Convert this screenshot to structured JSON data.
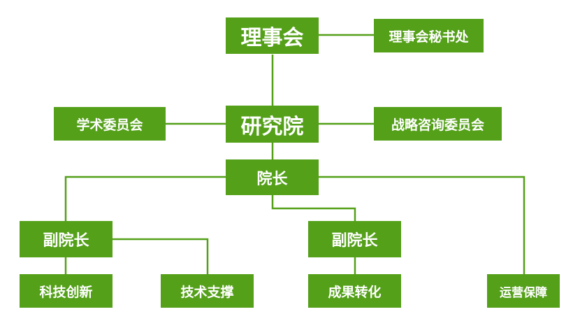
{
  "org_chart": {
    "board": "理事会",
    "board_secretariat": "理事会秘书处",
    "institute": "研究院",
    "academic_committee": "学术委员会",
    "strategy_committee": "战略咨询委员会",
    "president": "院长",
    "vice_president_left": "副院长",
    "vice_president_right": "副院长",
    "tech_innovation": "科技创新",
    "tech_support": "技术支撑",
    "commercialization": "成果转化",
    "operations_support": "运营保障"
  },
  "colors": {
    "box_fill": "#54a019",
    "connector": "#54a019",
    "text": "#ffffff"
  }
}
